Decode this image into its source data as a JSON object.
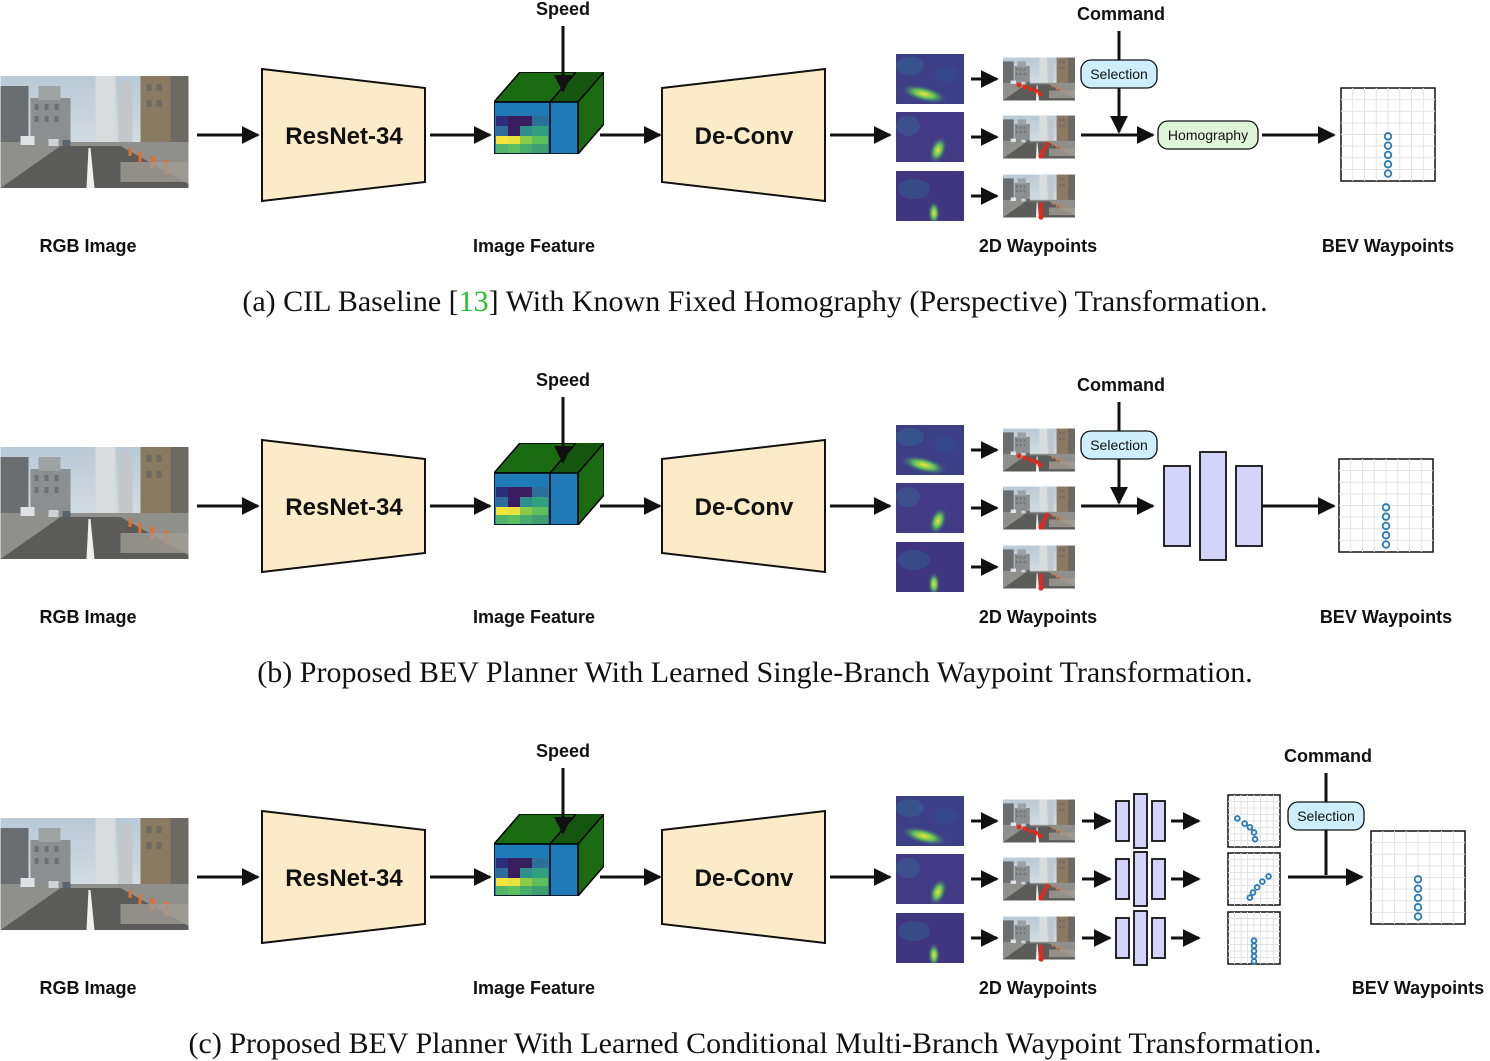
{
  "colors": {
    "encoder": "#fcebc8",
    "feature_front": "#1f7ab8",
    "feature_top": "#1a6b12",
    "pill_selection": "#cdeefa",
    "pill_homography": "#dff5d7",
    "mlp": "#d4d4fa",
    "bev_point": "#2a7ab5",
    "waypoint_red": "#e8271c"
  },
  "panels": [
    {
      "id": "a",
      "speed": "Speed",
      "command": "Command",
      "encoder": "ResNet-34",
      "decoder": "De-Conv",
      "selection": "Selection",
      "homography": "Homography",
      "labels": {
        "rgb": "RGB Image",
        "feature": "Image Feature",
        "wp2d": "2D Waypoints",
        "bev": "BEV Waypoints"
      },
      "caption": {
        "pre": "(a) CIL Baseline [",
        "ref": "13",
        "post": "] With Known Fixed Homography (Perspective) Transformation."
      }
    },
    {
      "id": "b",
      "speed": "Speed",
      "command": "Command",
      "encoder": "ResNet-34",
      "decoder": "De-Conv",
      "selection": "Selection",
      "labels": {
        "rgb": "RGB Image",
        "feature": "Image Feature",
        "wp2d": "2D Waypoints",
        "bev": "BEV Waypoints"
      },
      "caption": {
        "text": "(b) Proposed BEV Planner With Learned Single-Branch Waypoint Transformation."
      }
    },
    {
      "id": "c",
      "speed": "Speed",
      "command": "Command",
      "encoder": "ResNet-34",
      "decoder": "De-Conv",
      "selection": "Selection",
      "labels": {
        "rgb": "RGB Image",
        "feature": "Image Feature",
        "wp2d": "2D Waypoints",
        "bev": "BEV Waypoints"
      },
      "caption": {
        "text": "(c) Proposed BEV Planner With Learned Conditional Multi-Branch Waypoint Transformation."
      }
    }
  ]
}
